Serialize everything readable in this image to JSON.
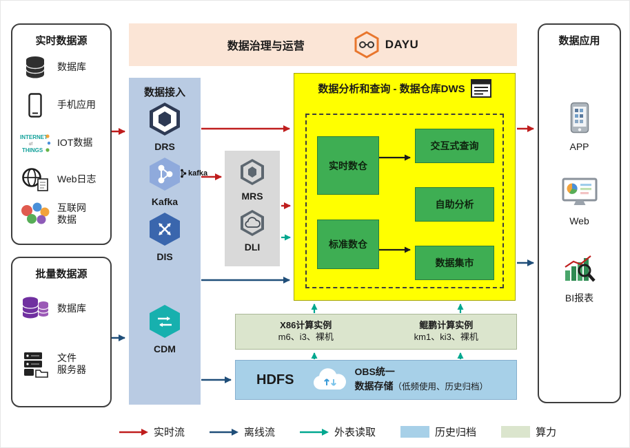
{
  "realtime_sources": {
    "title": "实时数据源",
    "items": [
      {
        "label": "数据库"
      },
      {
        "label": "手机应用"
      },
      {
        "label": "IOT数据"
      },
      {
        "label": "Web日志"
      },
      {
        "label": "互联网数据",
        "lines": [
          "互联网",
          "数据"
        ]
      }
    ]
  },
  "batch_sources": {
    "title": "批量数据源",
    "items": [
      {
        "label": "数据库"
      },
      {
        "label": "文件服务器",
        "lines": [
          "文件",
          "服务器"
        ]
      }
    ]
  },
  "governance": {
    "title": "数据治理与运营",
    "brand": "DAYU"
  },
  "ingestion": {
    "title": "数据接入",
    "kafka_badge": "kafka",
    "services": [
      {
        "label": "DRS"
      },
      {
        "label": "Kafka"
      },
      {
        "label": "DIS"
      },
      {
        "label": "CDM"
      }
    ]
  },
  "middleware": {
    "services": [
      {
        "label": "MRS"
      },
      {
        "label": "DLI"
      }
    ]
  },
  "dws": {
    "title": "数据分析和查询 - 数据仓库DWS",
    "warehouses": [
      {
        "label": "实时数仓"
      },
      {
        "label": "标准数仓"
      }
    ],
    "services": [
      {
        "label": "交互式查询"
      },
      {
        "label": "自助分析"
      },
      {
        "label": "数据集市"
      }
    ]
  },
  "compute": {
    "x86_title": "X86计算实例",
    "x86_spec": "m6、i3、裸机",
    "kunpeng_title": "鲲鹏计算实例",
    "kunpeng_spec": "km1、ki3、裸机"
  },
  "storage": {
    "hdfs": "HDFS",
    "obs_line1": "OBS统一",
    "obs_line2": "数据存储",
    "obs_note": "（低频使用、历史归档）"
  },
  "applications": {
    "title": "数据应用",
    "items": [
      {
        "label": "APP"
      },
      {
        "label": "Web"
      },
      {
        "label": "BI报表"
      }
    ]
  },
  "legend": {
    "realtime": "实时流",
    "offline": "离线流",
    "external": "外表读取",
    "archive": "历史归档",
    "compute": "算力"
  },
  "colors": {
    "realtime_flow": "#bf1d1d",
    "offline_flow": "#1f4e79",
    "external_flow": "#00a78f",
    "dws_bg": "#ffff00",
    "warehouse_green": "#3eae53",
    "ingestion_bg": "#b9cbe3",
    "governance_bg": "#fbe5d6",
    "middleware_bg": "#d9d9d9",
    "storage_bg": "#a7d0e8",
    "compute_bg": "#dbe5cd"
  }
}
